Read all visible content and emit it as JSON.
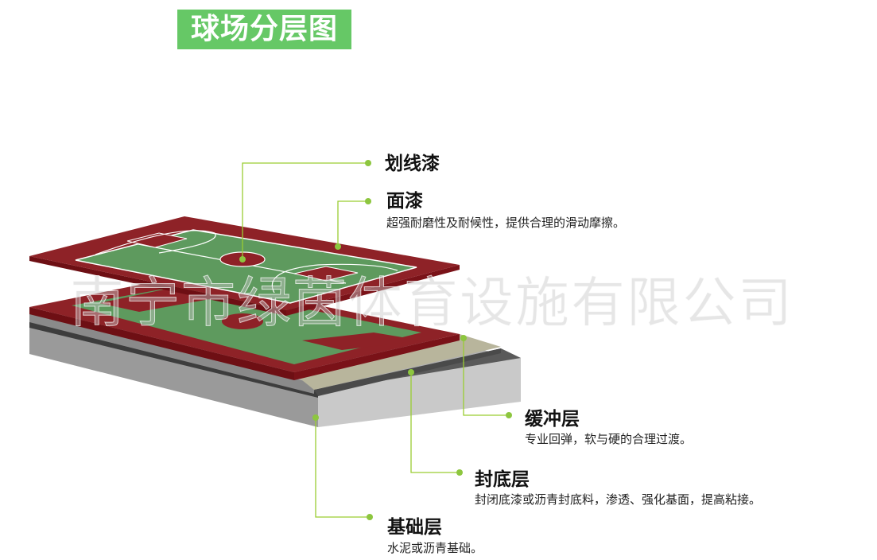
{
  "title": "球场分层图",
  "watermark": "南宁市绿茵体育设施有限公司",
  "layers": [
    {
      "name": "划线漆",
      "desc": ""
    },
    {
      "name": "面漆",
      "desc": "超强耐磨性及耐候性，提供合理的滑动摩擦。"
    },
    {
      "name": "缓冲层",
      "desc": "专业回弹，软与硬的合理过渡。"
    },
    {
      "name": "封底层",
      "desc": "封闭底漆或沥青封底料，渗透、强化基面，提高粘接。"
    },
    {
      "name": "基础层",
      "desc": "水泥或沥青基础。"
    }
  ],
  "colors": {
    "title_bg": "#66c866",
    "court_red": "#8e2227",
    "court_green": "#5e9a5e",
    "leader": "#9acd32"
  }
}
